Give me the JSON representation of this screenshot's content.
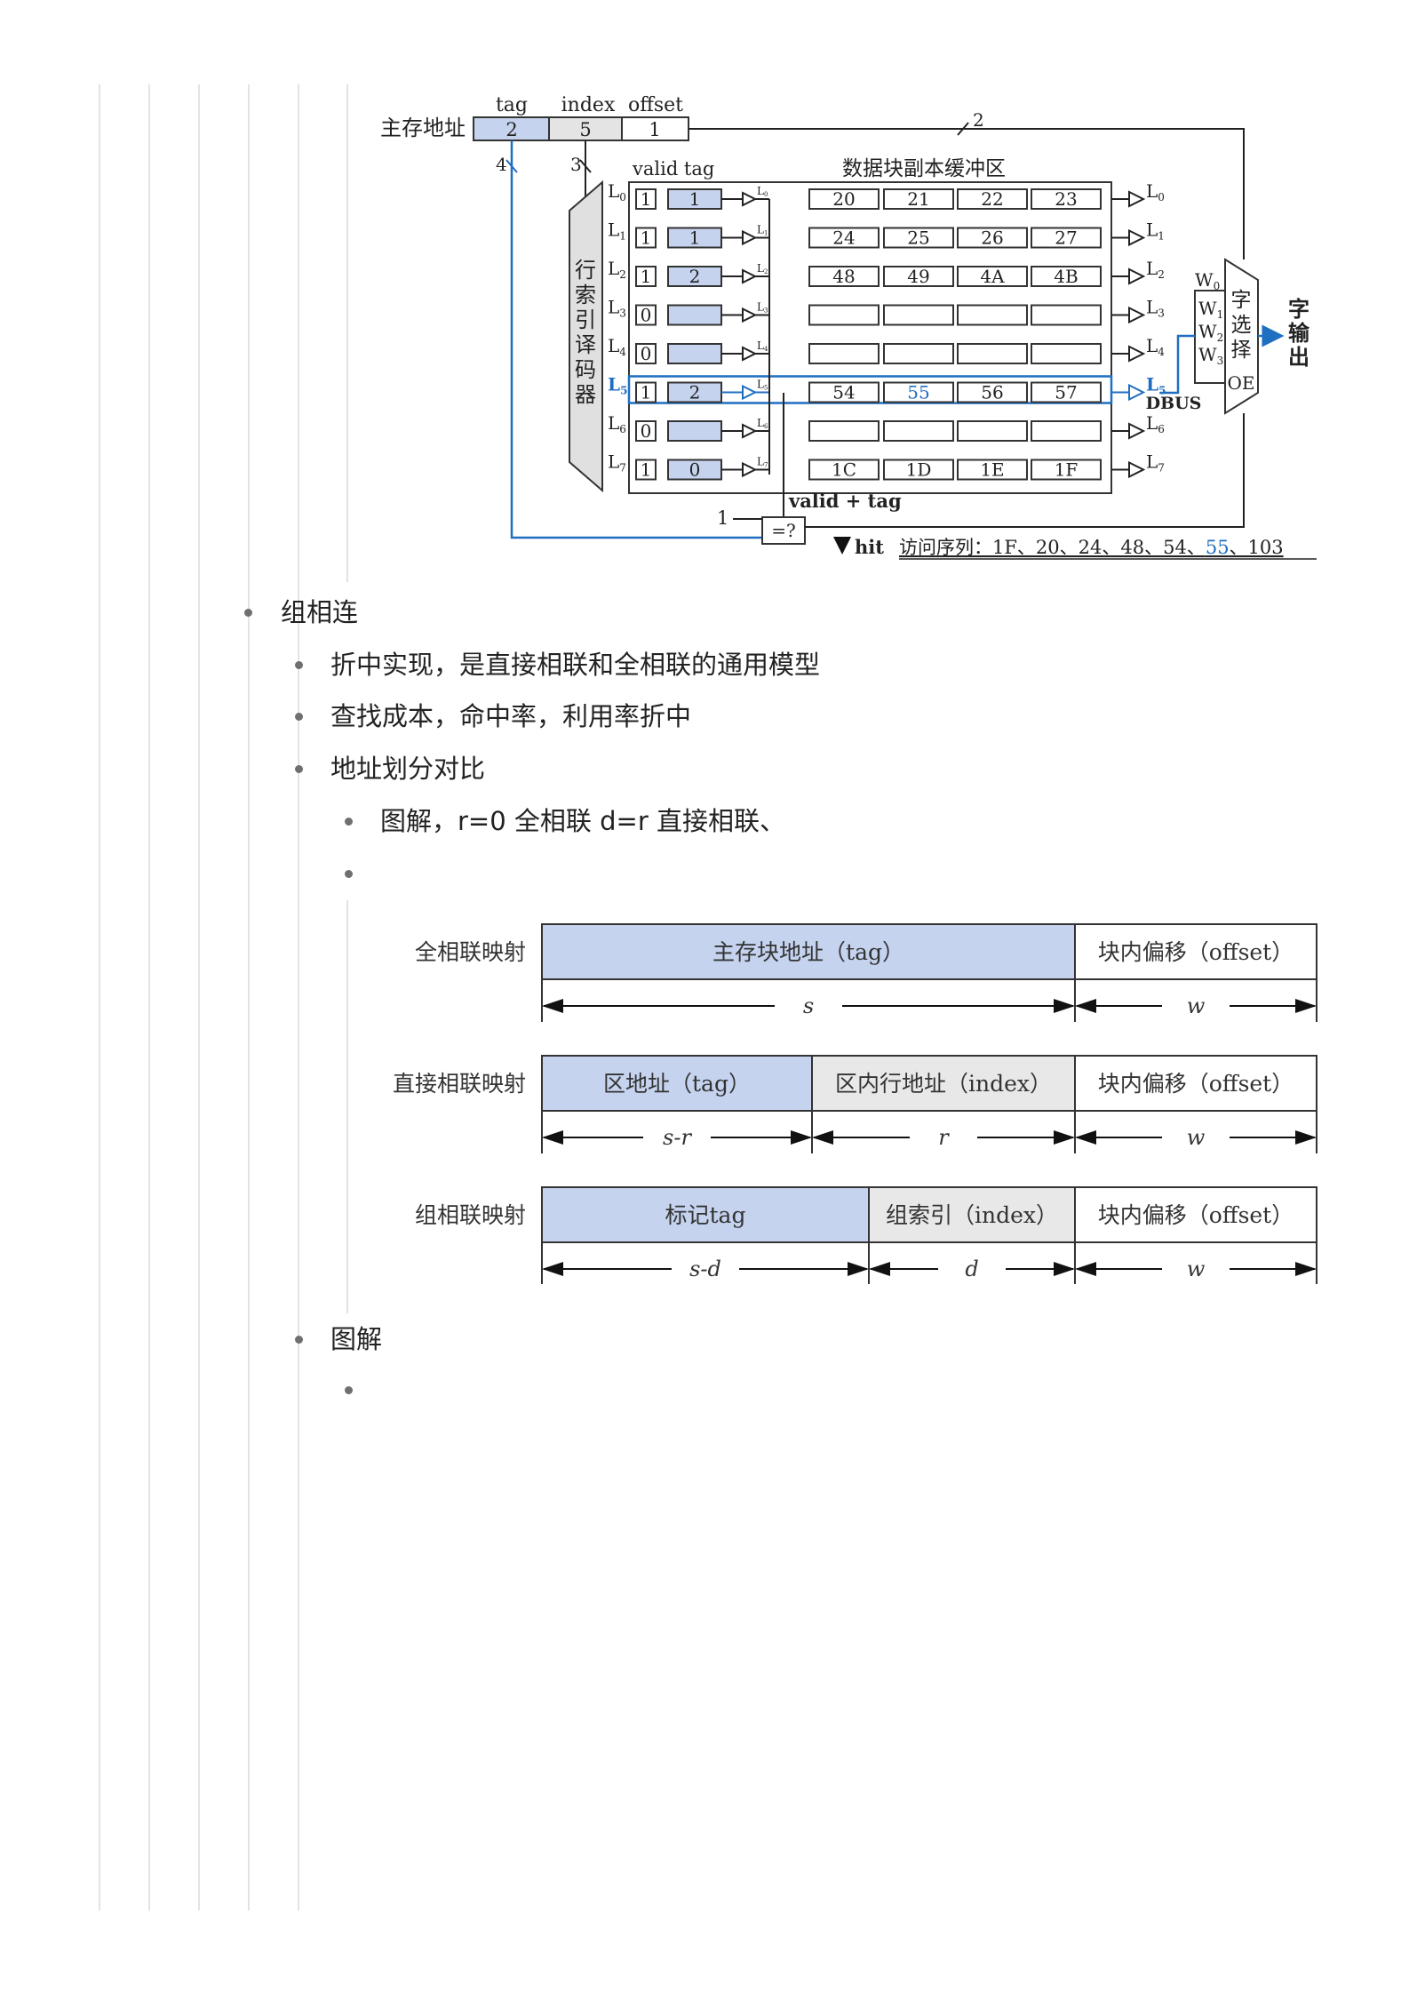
{
  "bullets": {
    "group_assoc": "组相连",
    "compromise": "折中实现，是直接相联和全相联的通用模型",
    "cost": "查找成本，命中率，利用率折中",
    "addr_split": "地址划分对比",
    "diagram_note": "图解，r=0 全相联 d=r 直接相联、",
    "diagram2": "图解"
  },
  "fig_cache": {
    "main_addr_label": "主存地址",
    "field_tag": "tag",
    "field_index": "index",
    "field_offset": "offset",
    "addr_tag_val": "2",
    "addr_index_val": "5",
    "addr_offset_val": "1",
    "bus_width_offset": "2",
    "bus_width_tag": "4",
    "bus_width_index": "3",
    "valid_tag_header": "valid  tag",
    "buffer_title": "数据块副本缓冲区",
    "decoder": [
      "行",
      "索",
      "引",
      "译",
      "码",
      "器"
    ],
    "line_labels": [
      "L0",
      "L1",
      "L2",
      "L3",
      "L4",
      "L5",
      "L6",
      "L7"
    ],
    "rows": [
      {
        "valid": "1",
        "tag": "1",
        "data": [
          "20",
          "21",
          "22",
          "23"
        ]
      },
      {
        "valid": "1",
        "tag": "1",
        "data": [
          "24",
          "25",
          "26",
          "27"
        ]
      },
      {
        "valid": "1",
        "tag": "2",
        "data": [
          "48",
          "49",
          "4A",
          "4B"
        ]
      },
      {
        "valid": "0",
        "tag": "",
        "data": [
          "",
          "",
          "",
          ""
        ]
      },
      {
        "valid": "0",
        "tag": "",
        "data": [
          "",
          "",
          "",
          ""
        ]
      },
      {
        "valid": "1",
        "tag": "2",
        "data": [
          "54",
          "55",
          "56",
          "57"
        ]
      },
      {
        "valid": "0",
        "tag": "",
        "data": [
          "",
          "",
          "",
          ""
        ]
      },
      {
        "valid": "1",
        "tag": "0",
        "data": [
          "1C",
          "1D",
          "1E",
          "1F"
        ]
      }
    ],
    "word_labels": [
      "W0",
      "W1",
      "W2",
      "W3"
    ],
    "dbus": "DBUS",
    "word_select": [
      "字",
      "选",
      "择"
    ],
    "oe": "OE",
    "word_output": [
      "字",
      "输",
      "出"
    ],
    "valid_plus_tag": "valid + tag",
    "compare": "=?",
    "one": "1",
    "hit": "hit",
    "access_prefix": "访问序列：1F、20、24、48、54、",
    "access_highlight": "55",
    "access_suffix": "、103",
    "colors": {
      "tag_fill": "#c5d3ef",
      "index_fill": "#e4e4e4",
      "highlight": "#1f6fc0"
    }
  },
  "fig_mapping": {
    "rows": [
      {
        "label": "全相联映射",
        "fields": [
          "主存块地址（tag）",
          "块内偏移（offset）"
        ],
        "sizes": [
          "s",
          "w"
        ]
      },
      {
        "label": "直接相联映射",
        "fields": [
          "区地址（tag）",
          "区内行地址（index）",
          "块内偏移（offset）"
        ],
        "sizes": [
          "s-r",
          "r",
          "w"
        ]
      },
      {
        "label": "组相联映射",
        "fields": [
          "标记tag",
          "组索引（index）",
          "块内偏移（offset）"
        ],
        "sizes": [
          "s-d",
          "d",
          "w"
        ]
      }
    ]
  }
}
